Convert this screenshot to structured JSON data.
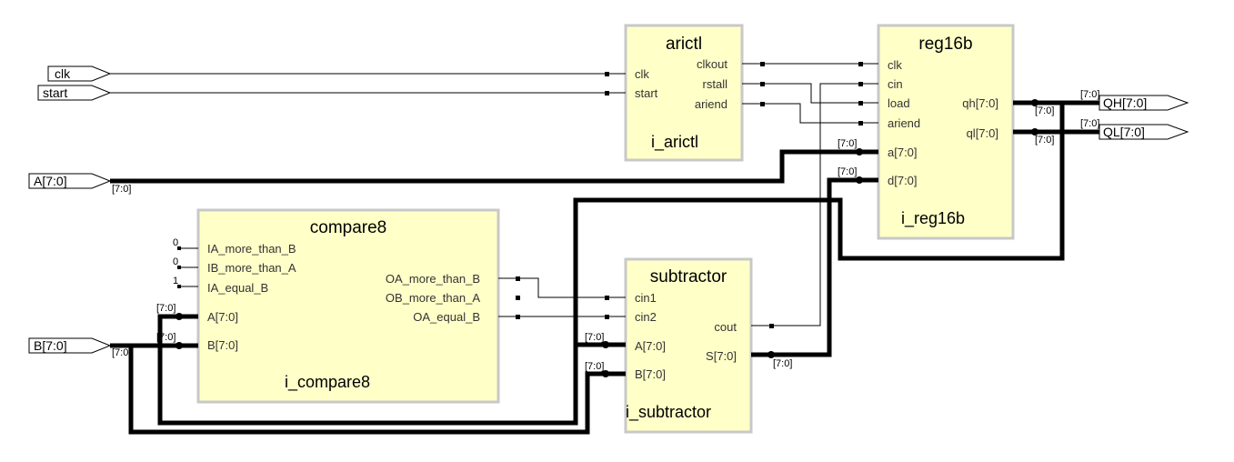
{
  "ports": {
    "clk": "clk",
    "start": "start",
    "a": "A[7:0]",
    "b": "B[7:0]",
    "qh": "QH[7:0]",
    "ql": "QL[7:0]"
  },
  "blocks": {
    "arictl": {
      "title": "arictl",
      "instance": "i_arictl",
      "pins": {
        "clk": "clk",
        "start": "start",
        "clkout": "clkout",
        "rstall": "rstall",
        "ariend": "ariend"
      }
    },
    "reg16b": {
      "title": "reg16b",
      "instance": "i_reg16b",
      "pins": {
        "clk": "clk",
        "cin": "cin",
        "load": "load",
        "ariend": "ariend",
        "a": "a[7:0]",
        "d": "d[7:0]",
        "qh": "qh[7:0]",
        "ql": "ql[7:0]"
      }
    },
    "compare8": {
      "title": "compare8",
      "instance": "i_compare8",
      "pins": {
        "ia_more": "IA_more_than_B",
        "ib_more": "IB_more_than_A",
        "ia_equal": "IA_equal_B",
        "a": "A[7:0]",
        "b": "B[7:0]",
        "oa_more": "OA_more_than_B",
        "ob_more": "OB_more_than_A",
        "oa_equal": "OA_equal_B"
      },
      "constants": {
        "ia_more": "0",
        "ib_more": "0",
        "ia_equal": "1"
      }
    },
    "subtractor": {
      "title": "subtractor",
      "instance": "i_subtractor",
      "pins": {
        "cin1": "cin1",
        "cin2": "cin2",
        "a": "A[7:0]",
        "b": "B[7:0]",
        "cout": "cout",
        "s": "S[7:0]"
      }
    }
  },
  "bus_labels": {
    "a_port": "[7:0]",
    "b_port": "[7:0]",
    "reg_a": "[7:0]",
    "reg_d": "[7:0]",
    "qh_tap": "[7:0]",
    "qh_out": "[7:0]",
    "ql_tap": "[7:0]",
    "ql_out": "[7:0]",
    "cmp_a": "[7:0]",
    "cmp_b": "[7:0]",
    "sub_a": "[7:0]",
    "sub_b": "[7:0]",
    "sub_s": "[7:0]"
  }
}
